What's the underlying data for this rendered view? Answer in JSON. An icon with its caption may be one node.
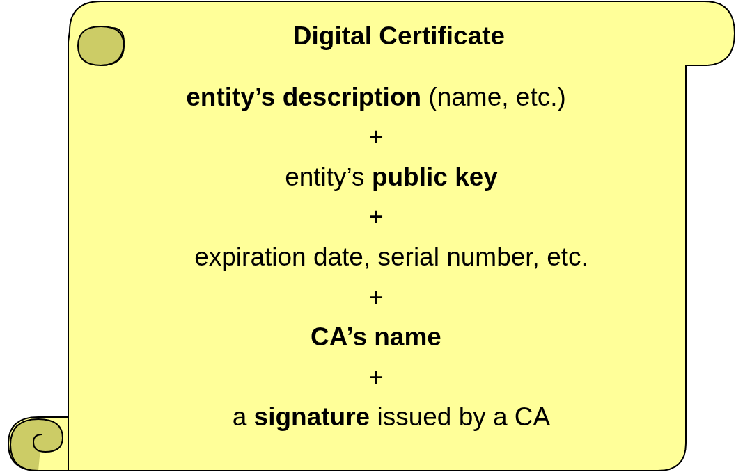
{
  "diagram": {
    "nodes": [
      {
        "text": [
          "Digital Certificate",
          "**entity’s description** (name, etc.)",
          "+",
          "entity’s **public key**",
          "+",
          "expiration date, serial number, etc.",
          "+",
          "CA’s name",
          "+",
          "a **signature** issued by a CA"
        ]
      }
    ]
  }
}
